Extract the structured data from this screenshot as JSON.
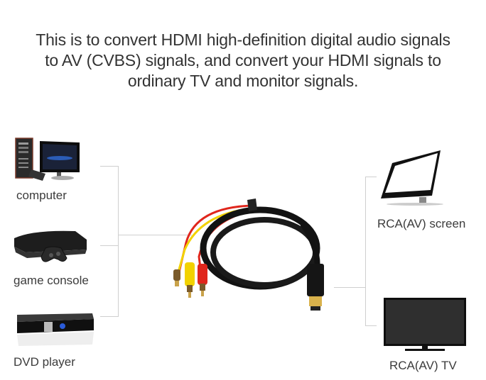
{
  "headline": {
    "lines": [
      "This is to convert HDMI high-definition digital audio signals",
      "to AV (CVBS) signals, and convert your HDMI signals to",
      "ordinary TV and monitor signals."
    ]
  },
  "sources": [
    {
      "label": "computer",
      "icon": "computer-icon"
    },
    {
      "label": "game console",
      "icon": "game-console-icon"
    },
    {
      "label": "DVD player",
      "icon": "dvd-player-icon"
    }
  ],
  "outputs": [
    {
      "label": "RCA(AV) screen",
      "icon": "monitor-icon"
    },
    {
      "label": "RCA(AV) TV",
      "icon": "tv-icon"
    }
  ],
  "cable": {
    "icon": "hdmi-to-rca-cable-icon",
    "rca_colors": [
      "#d9b400",
      "#f2d200",
      "#e0261c"
    ],
    "cable_color": "#121212",
    "connector_gold": "#c9a24a"
  },
  "colors": {
    "bracket_line": "#cfcfcf",
    "text": "#3c3c3c"
  }
}
